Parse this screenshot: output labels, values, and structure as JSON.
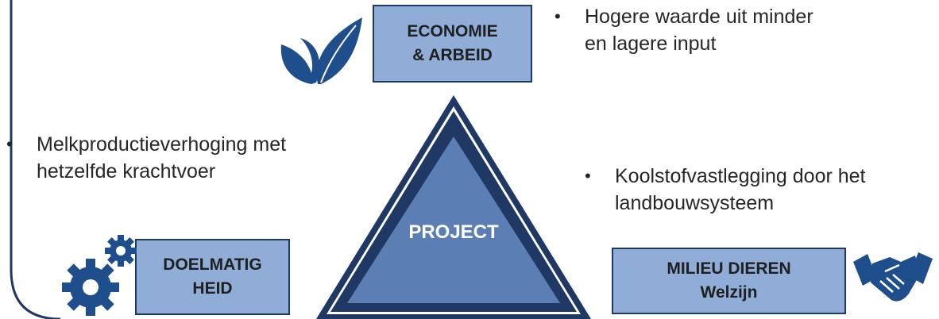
{
  "boxes": {
    "economie": [
      "ECONOMIE",
      "& ARBEID"
    ],
    "doelmatigheid": [
      "DOELMATIG",
      "HEID"
    ],
    "milieu": [
      "MILIEU DIEREN",
      "Welzijn"
    ]
  },
  "center_label": "PROJECT",
  "bullets": {
    "economie": {
      "symbol": "•",
      "lines": [
        "Hogere waarde uit minder",
        "en lagere input"
      ]
    },
    "doelmatigheid": {
      "symbol": "•",
      "lines": [
        "Melkproductieverhoging met",
        "hetzelfde krachtvoer"
      ]
    },
    "milieu": {
      "symbol": "•",
      "lines": [
        "Koolstofvastlegging door het",
        "landbouwsysteem"
      ]
    }
  },
  "icons": {
    "leaf": "leaf-icon",
    "gears": "gears-icon",
    "handshake": "handshake-icon"
  },
  "colors": {
    "dark_blue": "#1f3864",
    "triangle_fill": "#5b7fb5",
    "box_fill": "#8fadd6",
    "icon_blue": "#1f4e8c"
  }
}
